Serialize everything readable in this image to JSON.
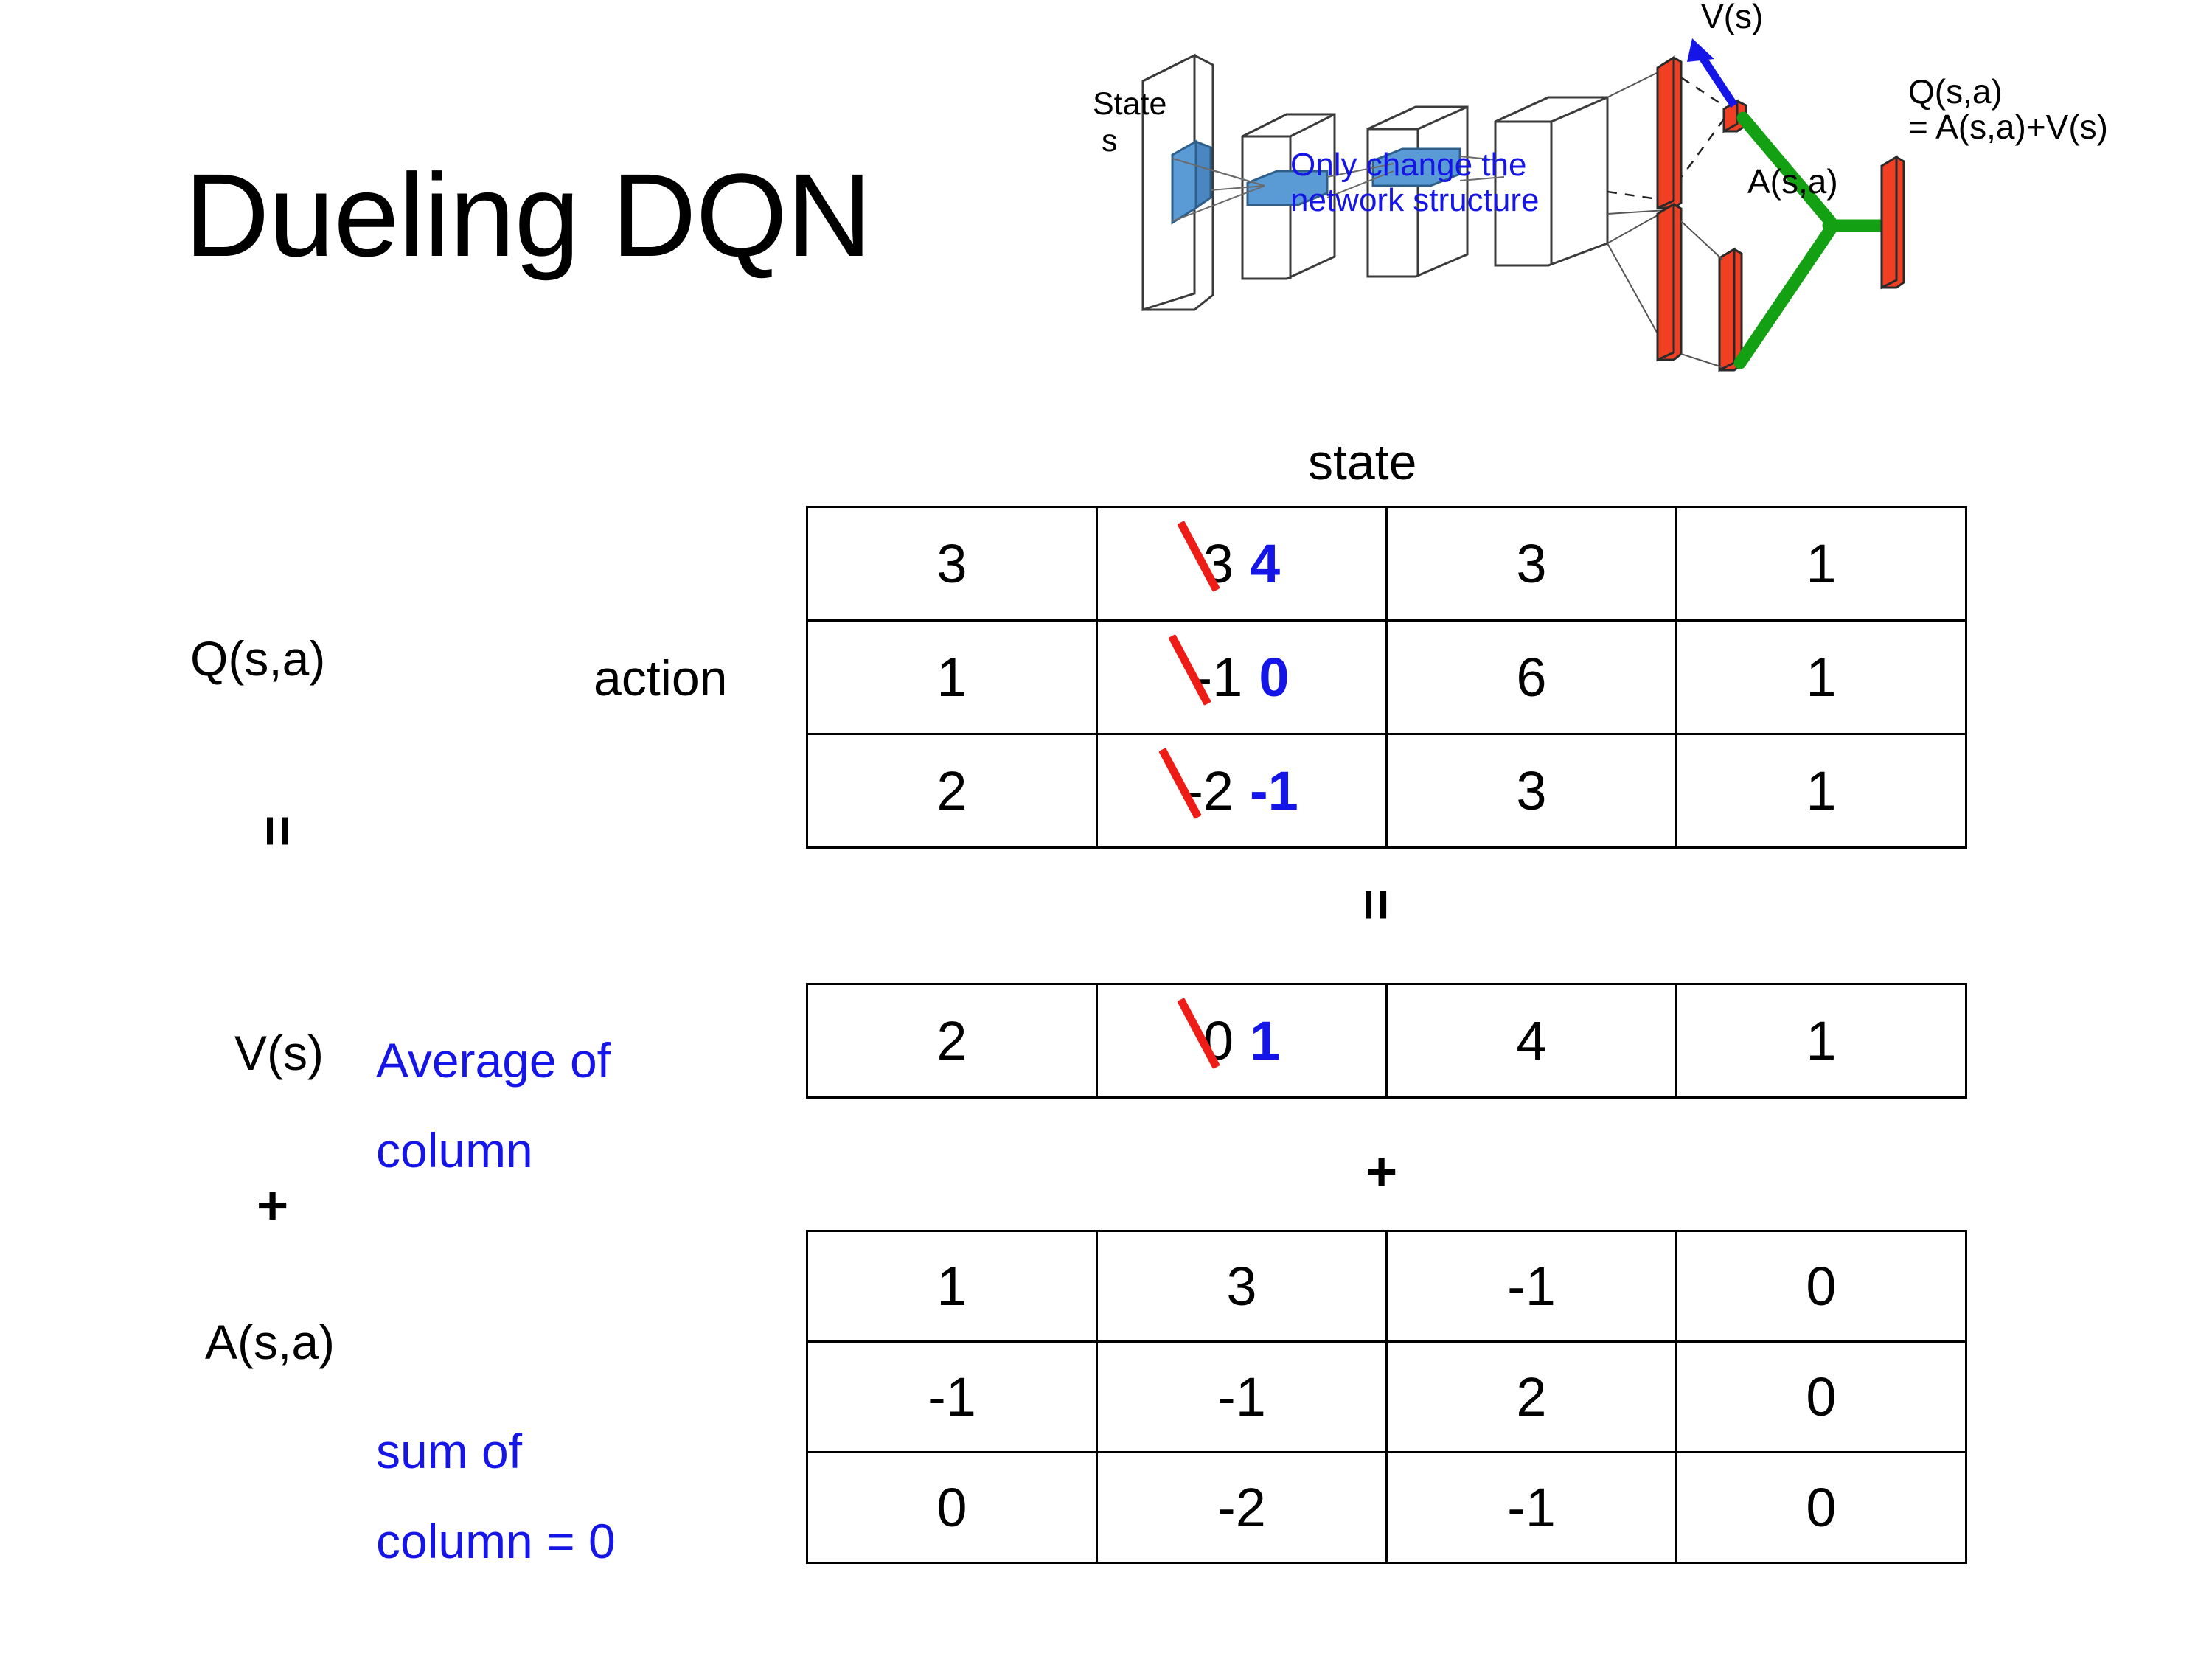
{
  "title": "Dueling DQN",
  "diagram": {
    "state_label_line1": "State",
    "state_label_line2": "s",
    "note_line1": "Only change the",
    "note_line2": "network structure",
    "v_label": "V(s)",
    "a_label": "A(s,a)",
    "q_label_line1": "Q(s,a)",
    "q_label_line2": "= A(s,a)+V(s)",
    "colors": {
      "note": "#1515e8",
      "arrow": "#1515e8",
      "bar": "#f03f22",
      "merge": "#13a013",
      "conv": "#5b9bd5"
    }
  },
  "labels": {
    "state_axis": "state",
    "action_axis": "action",
    "q_table": "Q(s,a)",
    "v_table": "V(s)",
    "a_table": "A(s,a)",
    "equals_top": "=",
    "equals_mid": "=",
    "plus_left": "+",
    "plus_mid": "+",
    "avg_note_line1": "Average of",
    "avg_note_line2": "column",
    "sum_note_line1": "sum of",
    "sum_note_line2": "column = 0",
    "annotation_color": "#1515e8",
    "strike_color": "#ee1c16"
  },
  "chart_data": {
    "type": "table",
    "title": "Dueling DQN decomposition Q(s,a) = V(s) + A(s,a)",
    "axes": {
      "columns": "state",
      "rows": "action"
    },
    "tables": [
      {
        "name": "Q(s,a)",
        "rows": 3,
        "cols": 4,
        "cells": [
          [
            {
              "value": "3"
            },
            {
              "value": "3",
              "struck": true,
              "new_value": "4"
            },
            {
              "value": "3"
            },
            {
              "value": "1"
            }
          ],
          [
            {
              "value": "1"
            },
            {
              "value": "-1",
              "struck": true,
              "new_value": "0"
            },
            {
              "value": "6"
            },
            {
              "value": "1"
            }
          ],
          [
            {
              "value": "2"
            },
            {
              "value": "-2",
              "struck": true,
              "new_value": "-1"
            },
            {
              "value": "3"
            },
            {
              "value": "1"
            }
          ]
        ]
      },
      {
        "name": "V(s)",
        "rows": 1,
        "cols": 4,
        "cells": [
          [
            {
              "value": "2"
            },
            {
              "value": "0",
              "struck": true,
              "new_value": "1"
            },
            {
              "value": "4"
            },
            {
              "value": "1"
            }
          ]
        ]
      },
      {
        "name": "A(s,a)",
        "rows": 3,
        "cols": 4,
        "cells": [
          [
            {
              "value": "1"
            },
            {
              "value": "3"
            },
            {
              "value": "-1"
            },
            {
              "value": "0"
            }
          ],
          [
            {
              "value": "-1"
            },
            {
              "value": "-1"
            },
            {
              "value": "2"
            },
            {
              "value": "0"
            }
          ],
          [
            {
              "value": "0"
            },
            {
              "value": "-2"
            },
            {
              "value": "-1"
            },
            {
              "value": "0"
            }
          ]
        ]
      }
    ]
  }
}
